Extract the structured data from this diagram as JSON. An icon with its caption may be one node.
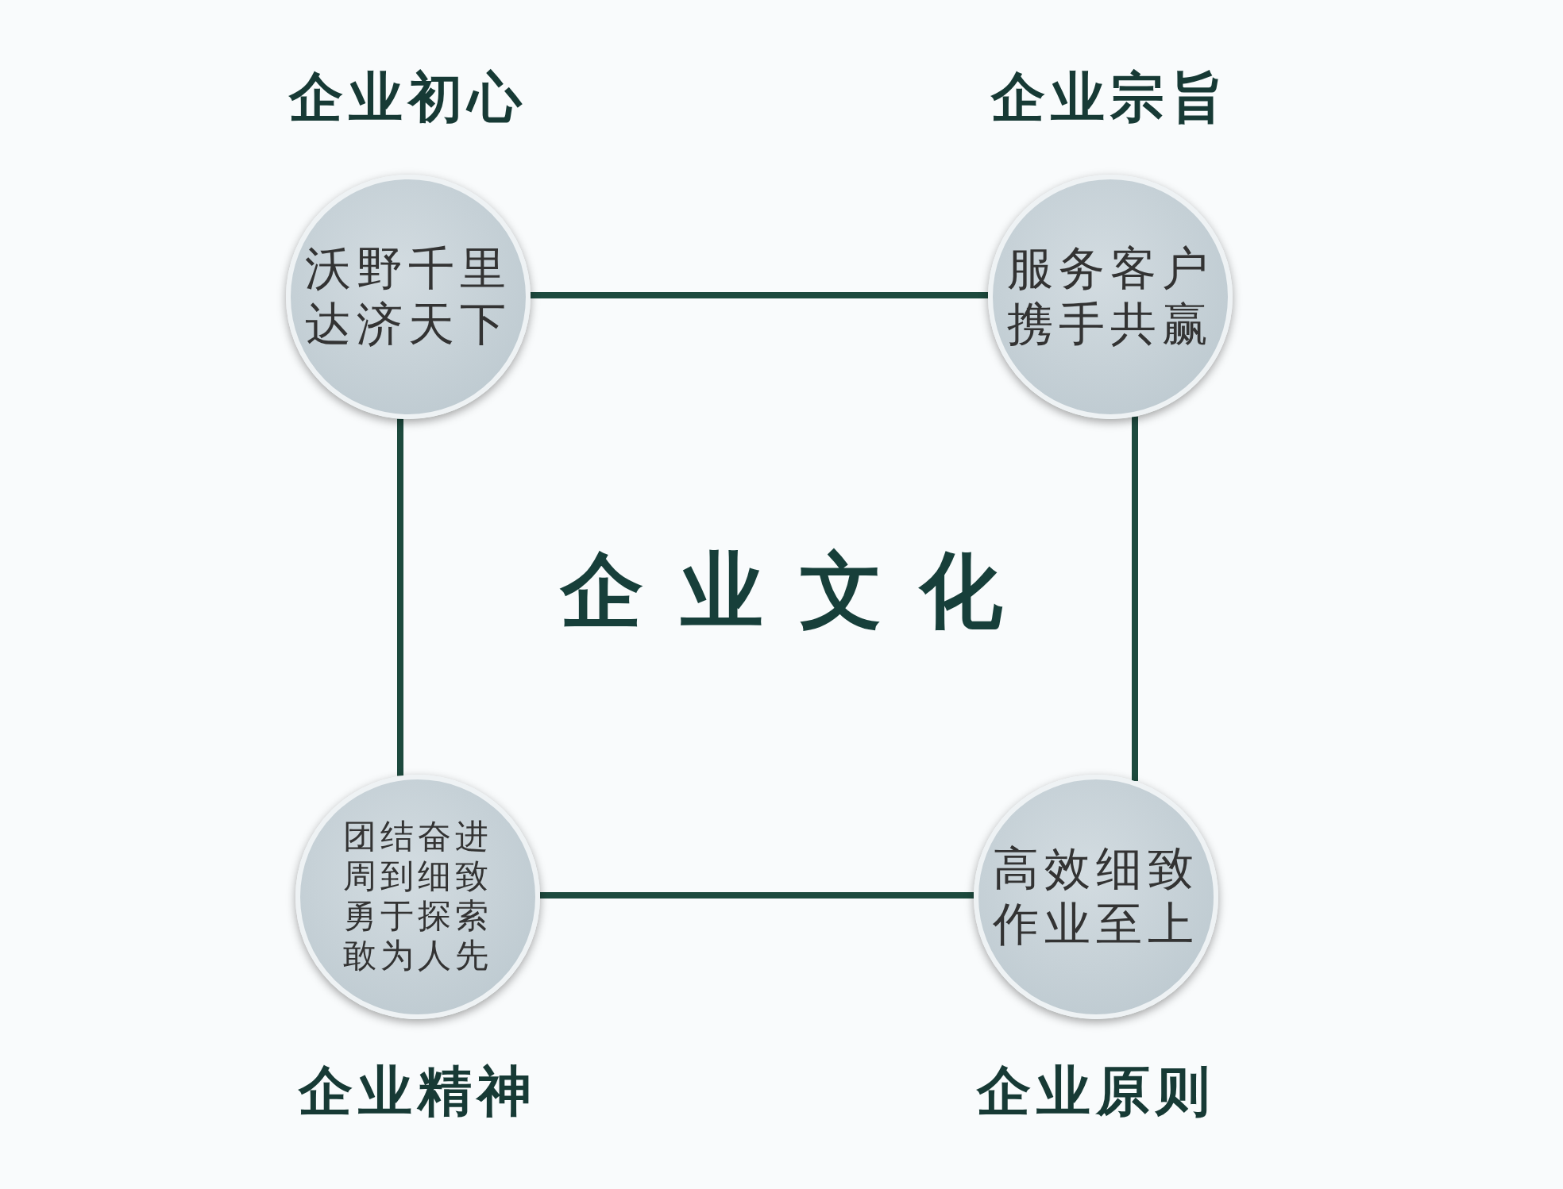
{
  "diagram": {
    "title": "企业文化",
    "nodes": [
      {
        "text": [
          "企业初心",
          "沃野千里达济天下"
        ]
      },
      {
        "text": [
          "企业宗旨",
          "服务客户携手共赢"
        ]
      },
      {
        "text": [
          "团结奋进周到细致勇于探索敢为人先",
          "企业精神"
        ]
      },
      {
        "text": [
          "高效细致作业至上",
          "企业原则"
        ]
      }
    ],
    "edges": [
      {
        "from": 0,
        "to": 1,
        "arrow": "none"
      },
      {
        "from": 1,
        "to": 3,
        "arrow": "none"
      },
      {
        "from": 2,
        "to": 3,
        "arrow": "none"
      },
      {
        "from": 0,
        "to": 2,
        "arrow": "none"
      }
    ]
  }
}
